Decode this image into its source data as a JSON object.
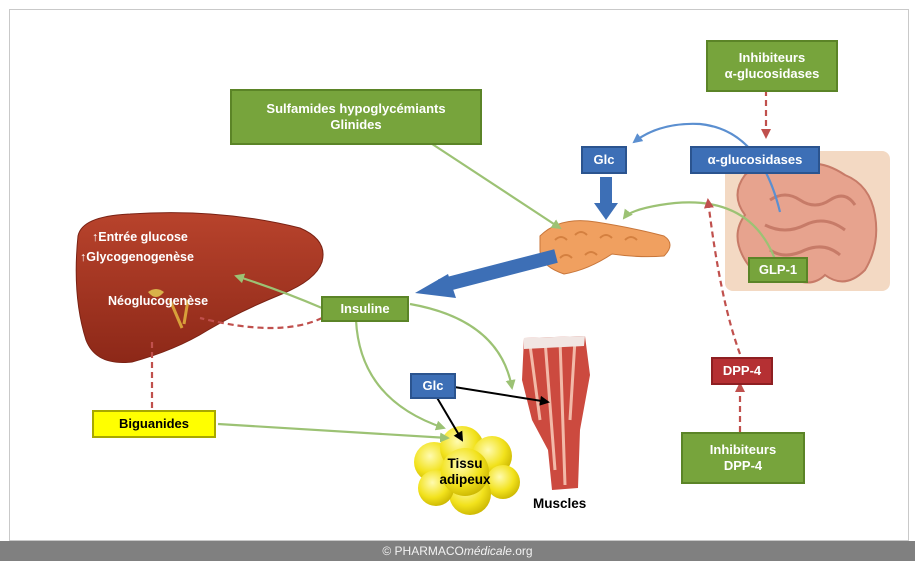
{
  "boxes": {
    "sulfamides": "Sulfamides hypoglycémiants\nGlinides",
    "inhibiteurs_alpha": "Inhibiteurs\nα-glucosidases",
    "alpha_glucosidases": "α-glucosidases",
    "glc_top": "Glc",
    "glp1": "GLP-1",
    "insuline": "Insuline",
    "glc_middle": "Glc",
    "dpp4": "DPP-4",
    "inhibiteurs_dpp4": "Inhibiteurs\nDPP-4",
    "biguanides": "Biguanides"
  },
  "liver": {
    "entree": "↑Entrée glucose",
    "glycogeno": "↑Glycogenogenèse",
    "neoglu": "Néoglucogenèse"
  },
  "organs": {
    "tissu": "Tissu\nadipeux",
    "muscles": "Muscles"
  },
  "footer": {
    "copyright": "© PHARMACO",
    "brand_italic": "médicale",
    "domain_suffix": ".org"
  },
  "colors": {
    "green_box": "#77a43c",
    "blue_box": "#3d6fb6",
    "red_box": "#b53033",
    "yellow_box": "#ffff00",
    "arrow_green": "#9cc274",
    "arrow_red": "#c0504d",
    "liver": "#a5321f",
    "fat": "#f2e21c"
  }
}
